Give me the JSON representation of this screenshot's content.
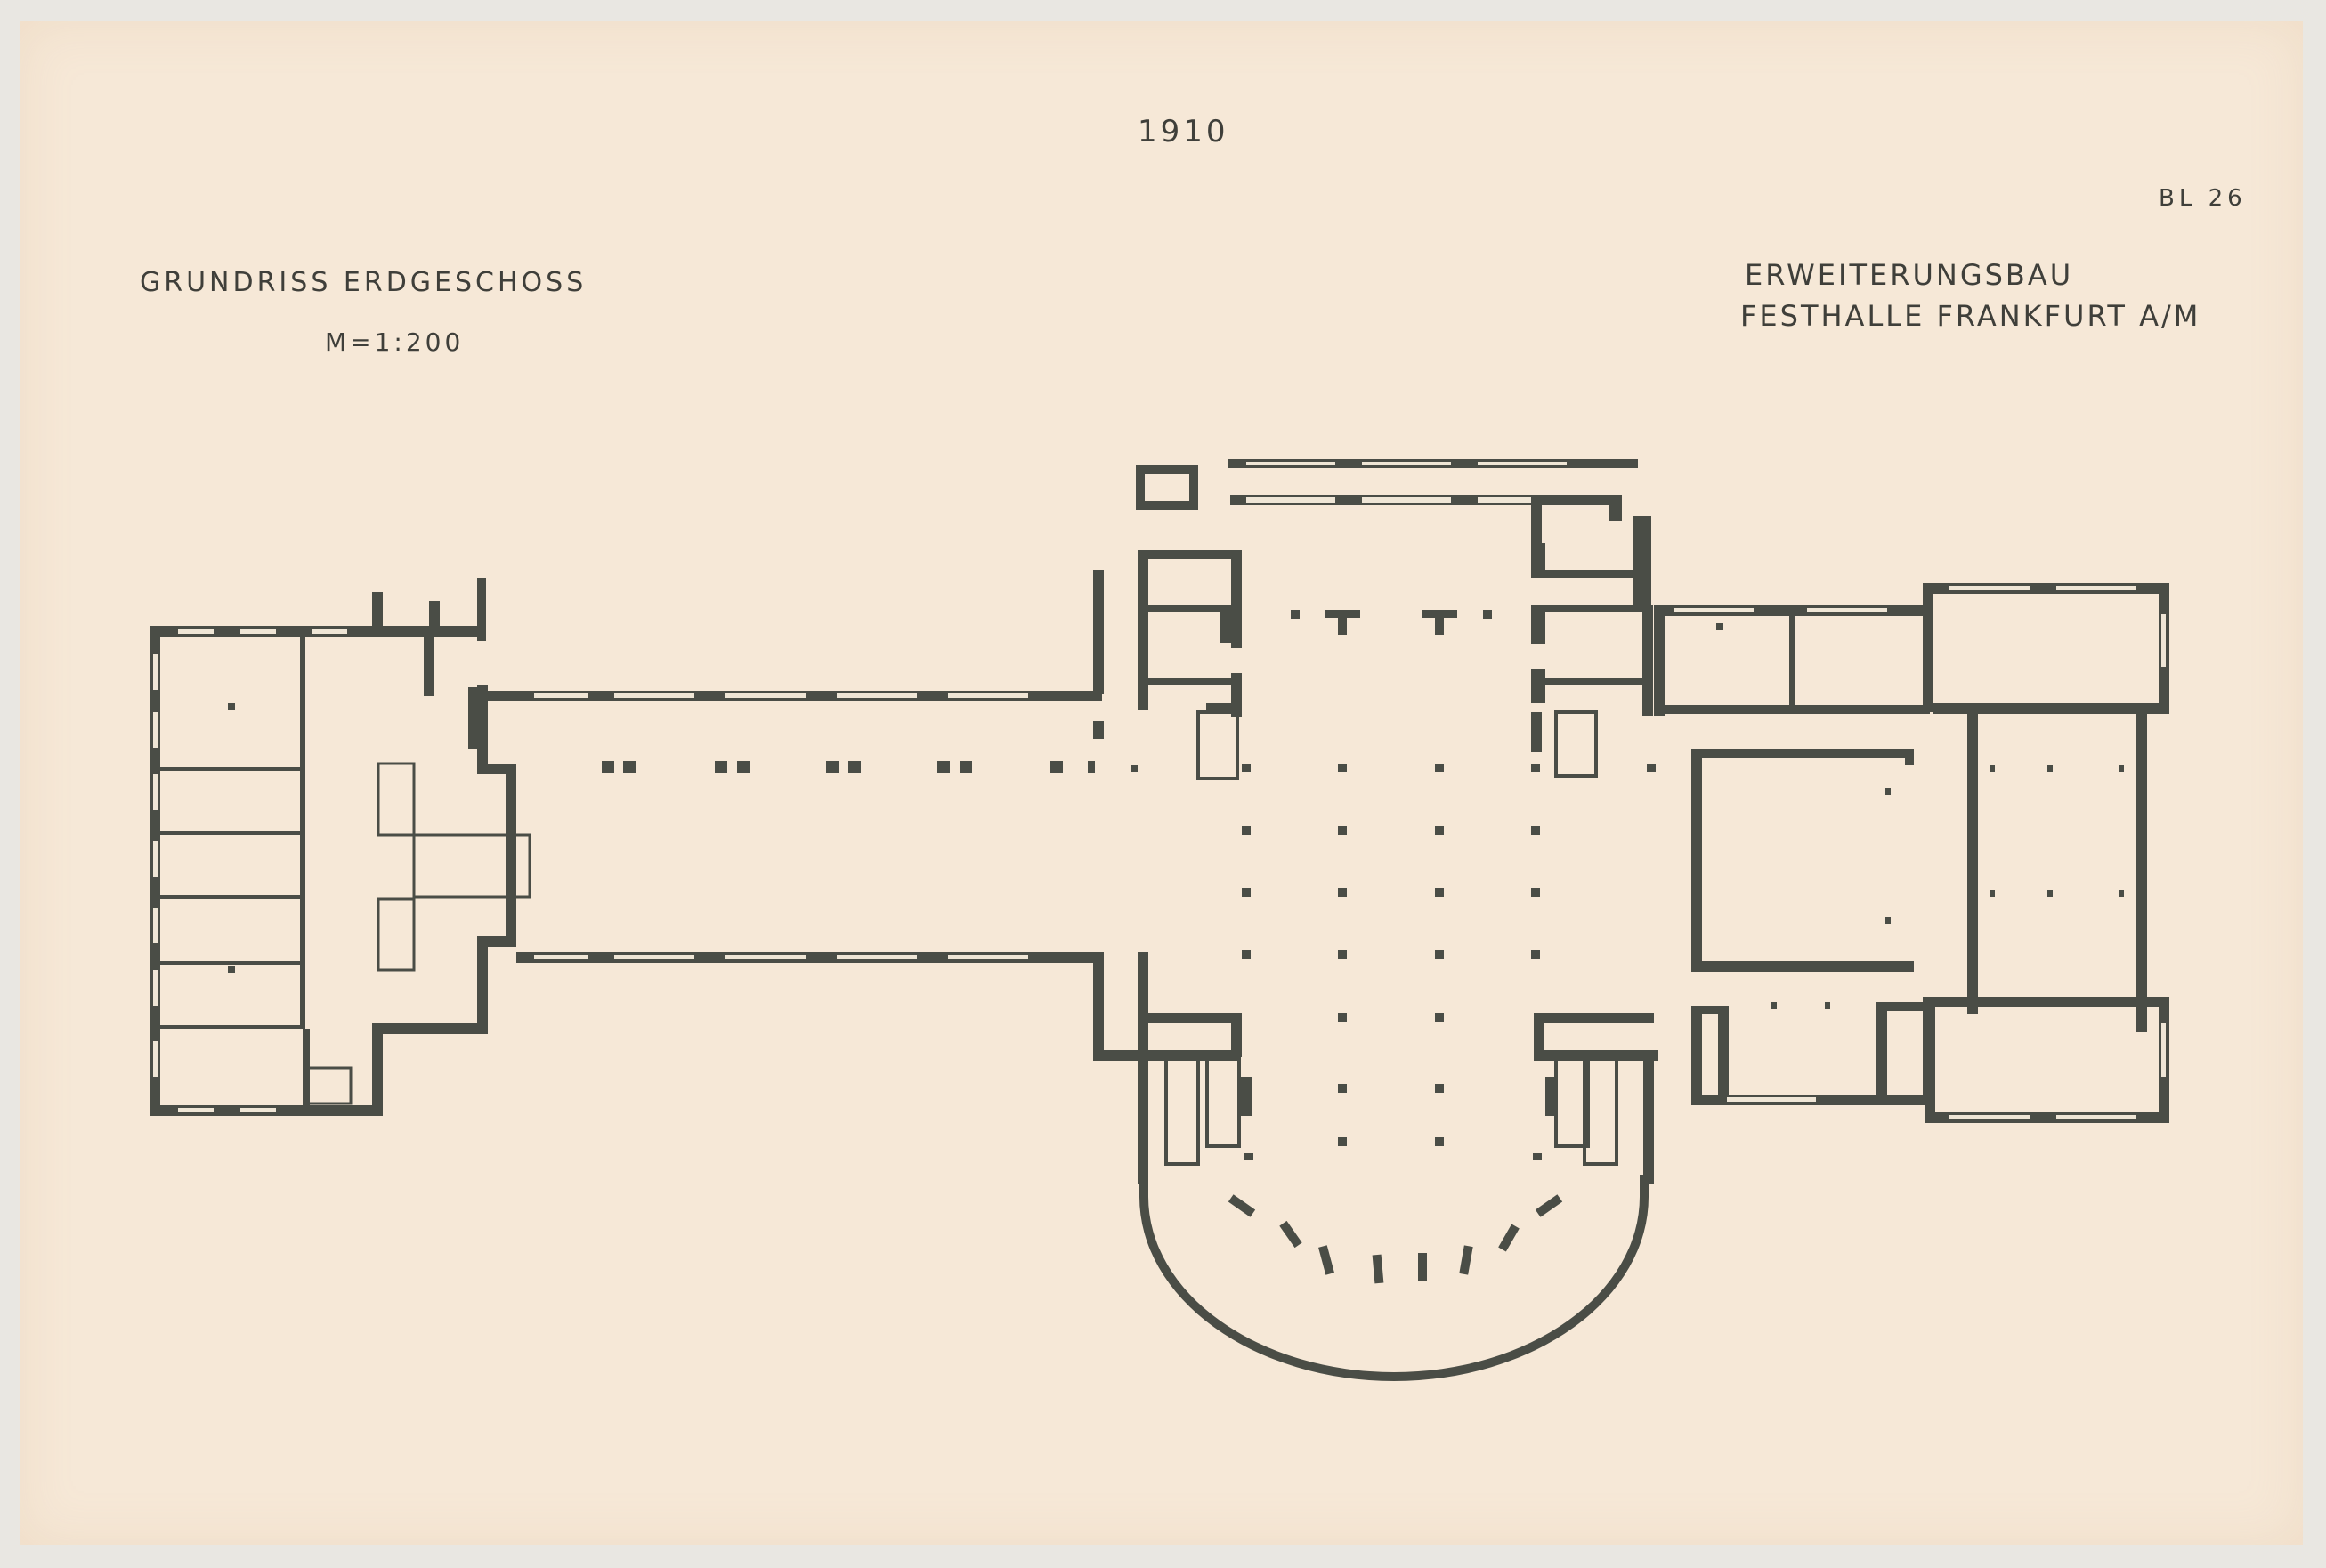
{
  "sheet": {
    "year": "1910",
    "sheet_number": "BL 26",
    "title": {
      "line1": "GRUNDRISS ERDGESCHOSS",
      "line2": "M=1:200"
    },
    "project": {
      "line1": "ERWEITERUNGSBAU",
      "line2": "FESTHALLE FRANKFURT A/M"
    }
  },
  "colors": {
    "paper": "#f6e8d7",
    "ink": "#4a4d46",
    "window": "#efe6d6"
  }
}
